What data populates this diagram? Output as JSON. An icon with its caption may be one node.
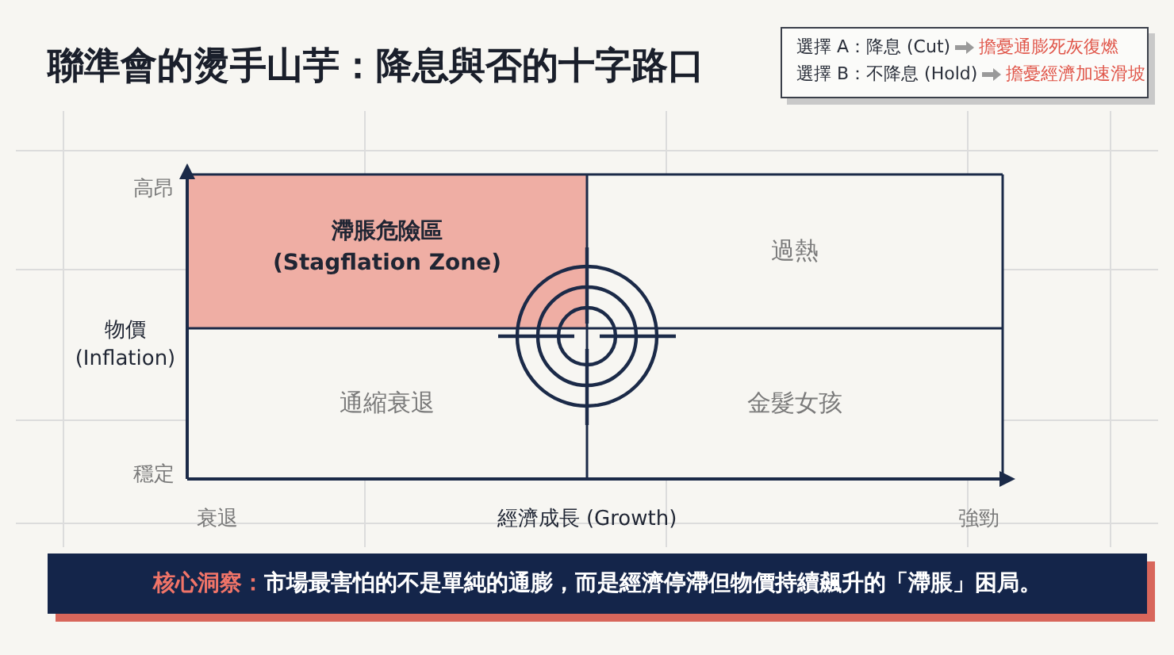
{
  "diagram": {
    "title": "聯準會的燙手山芋：降息與否的十字路口",
    "nodes": [
      {
        "text": [
          "選擇 A：降息 (Cut)",
          "擔憂通膨死灰復燃",
          "選擇 B：不降息 (Hold)",
          "擔憂經濟加速滑坡"
        ]
      },
      {
        "text": [
          "滯脹危險區",
          "(Stagflation Zone)"
        ]
      },
      {
        "text": [
          "過熱"
        ]
      },
      {
        "text": [
          "通縮衰退"
        ]
      },
      {
        "text": [
          "金髮女孩"
        ]
      },
      {
        "text": [
          "核心洞察：",
          "市場最害怕的不是單純的通膨，而是經濟停滯但物價持續飆升的「滯脹」困局。"
        ]
      }
    ],
    "edges": [],
    "labels": [
      "高昂",
      "物價 (Inflation)",
      "穩定",
      "衰退",
      "經濟成長 (Growth)",
      "強勁"
    ]
  }
}
